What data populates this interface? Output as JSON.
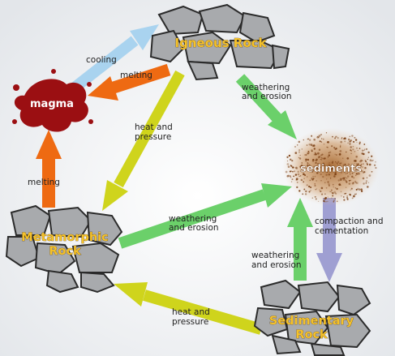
{
  "nodes": {
    "igneous": "Igneous Rock",
    "magma": "magma",
    "sediments": "sediments",
    "metamorphic_line1": "Metamorphic",
    "metamorphic_line2": "Rock",
    "sedimentary_line1": "Sedimentary",
    "sedimentary_line2": "Rock"
  },
  "arrows": {
    "cooling": "cooling",
    "melting_top": "melting",
    "weathering_top_1": "weathering",
    "weathering_top_2": "and erosion",
    "heat_top_1": "heat and",
    "heat_top_2": "pressure",
    "melting_left": "melting",
    "weathering_mid_1": "weathering",
    "weathering_mid_2": "and erosion",
    "compaction_1": "compaction and",
    "compaction_2": "cementation",
    "weathering_bot_1": "weathering",
    "weathering_bot_2": "and erosion",
    "heat_bot_1": "heat and",
    "heat_bot_2": "pressure"
  },
  "colors": {
    "cooling_arrow": "#a9d3ef",
    "melting_arrow": "#ee6a12",
    "weathering_arrow": "#6bd06a",
    "heat_arrow": "#cfd41c",
    "compaction_arrow": "#9f9fd2",
    "magma": "#9b0f12",
    "rock_label": "#f5c22b",
    "rock_fill": "#a8aaad"
  }
}
